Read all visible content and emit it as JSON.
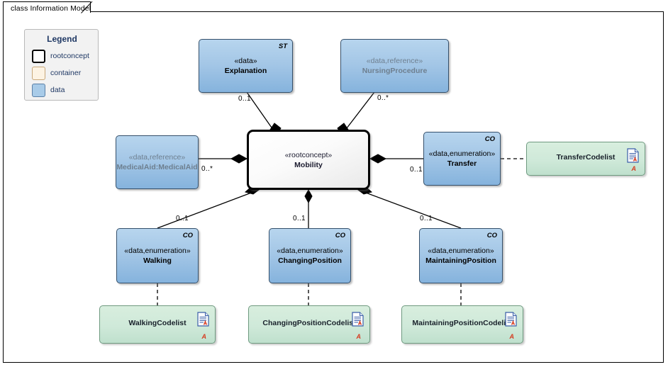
{
  "diagram": {
    "title": "class Information Model",
    "type": "uml-class-diagram"
  },
  "legend": {
    "title": "Legend",
    "items": [
      {
        "key": "rootconcept",
        "label": "rootconcept",
        "color": "#ffffff",
        "border": "#000000"
      },
      {
        "key": "container",
        "label": "container",
        "color": "#fdf3e3",
        "border": "#c9a87a"
      },
      {
        "key": "data",
        "label": "data",
        "color": "#a8cbe8",
        "border": "#5a7fa6"
      }
    ]
  },
  "nodes": {
    "explanation": {
      "stereotype": "«data»",
      "name": "Explanation",
      "tag": "ST",
      "kind": "data"
    },
    "nursing_procedure": {
      "stereotype": "«data,reference»",
      "name": "NursingProcedure",
      "tag": "",
      "kind": "data-reference"
    },
    "medical_aid": {
      "stereotype": "«data,reference»",
      "name": "MedicalAid:MedicalAid",
      "tag": "",
      "kind": "data-reference"
    },
    "mobility": {
      "stereotype": "«rootconcept»",
      "name": "Mobility",
      "tag": "",
      "kind": "rootconcept"
    },
    "transfer": {
      "stereotype": "«data,enumeration»",
      "name": "Transfer",
      "tag": "CO",
      "kind": "data-enumeration"
    },
    "walking": {
      "stereotype": "«data,enumeration»",
      "name": "Walking",
      "tag": "CO",
      "kind": "data-enumeration"
    },
    "changing_position": {
      "stereotype": "«data,enumeration»",
      "name": "ChangingPosition",
      "tag": "CO",
      "kind": "data-enumeration"
    },
    "maintaining_position": {
      "stereotype": "«data,enumeration»",
      "name": "MaintainingPosition",
      "tag": "CO",
      "kind": "data-enumeration"
    },
    "transfer_codelist": {
      "name": "TransferCodelist",
      "kind": "codelist",
      "marker": "A"
    },
    "walking_codelist": {
      "name": "WalkingCodelist",
      "kind": "codelist",
      "marker": "A"
    },
    "changing_position_codelist": {
      "name": "ChangingPositionCodelist",
      "kind": "codelist",
      "marker": "A"
    },
    "maintaining_position_codelist": {
      "name": "MaintainingPositionCodelist",
      "kind": "codelist",
      "marker": "A"
    }
  },
  "multiplicities": {
    "explanation": "0..1",
    "nursing_procedure": "0..*",
    "medical_aid": "0..*",
    "transfer": "0..1",
    "walking": "0..1",
    "changing_position": "0..1",
    "maintaining_position": "0..1"
  },
  "edges": [
    {
      "from": "mobility",
      "to": "explanation",
      "relation": "composition",
      "multiplicity": "0..1",
      "style": "solid"
    },
    {
      "from": "mobility",
      "to": "nursing_procedure",
      "relation": "composition",
      "multiplicity": "0..*",
      "style": "solid"
    },
    {
      "from": "mobility",
      "to": "medical_aid",
      "relation": "composition",
      "multiplicity": "0..*",
      "style": "solid"
    },
    {
      "from": "mobility",
      "to": "transfer",
      "relation": "composition",
      "multiplicity": "0..1",
      "style": "solid"
    },
    {
      "from": "mobility",
      "to": "walking",
      "relation": "composition",
      "multiplicity": "0..1",
      "style": "solid"
    },
    {
      "from": "mobility",
      "to": "changing_position",
      "relation": "composition",
      "multiplicity": "0..1",
      "style": "solid"
    },
    {
      "from": "mobility",
      "to": "maintaining_position",
      "relation": "composition",
      "multiplicity": "0..1",
      "style": "solid"
    },
    {
      "from": "transfer",
      "to": "transfer_codelist",
      "relation": "dependency",
      "multiplicity": "",
      "style": "dashed"
    },
    {
      "from": "walking",
      "to": "walking_codelist",
      "relation": "dependency",
      "multiplicity": "",
      "style": "dashed"
    },
    {
      "from": "changing_position",
      "to": "changing_position_codelist",
      "relation": "dependency",
      "multiplicity": "",
      "style": "dashed"
    },
    {
      "from": "maintaining_position",
      "to": "maintaining_position_codelist",
      "relation": "dependency",
      "multiplicity": "",
      "style": "dashed"
    }
  ]
}
